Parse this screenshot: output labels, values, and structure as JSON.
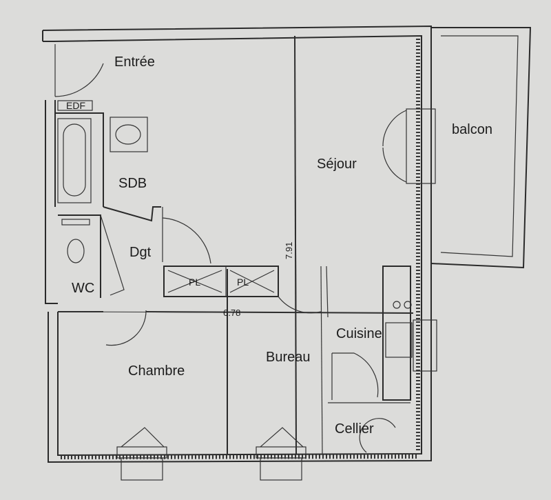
{
  "rooms": {
    "entree": "Entrée",
    "sdb": "SDB",
    "dgt": "Dgt",
    "wc": "WC",
    "sejour": "Séjour",
    "balcon": "balcon",
    "cuisine": "Cuisine",
    "chambre": "Chambre",
    "bureau": "Bureau",
    "cellier": "Cellier"
  },
  "closets": [
    "PL",
    "PL"
  ],
  "tag": "EDF",
  "dimensions": {
    "vertical": "7.91",
    "horizontal": "6.78"
  }
}
